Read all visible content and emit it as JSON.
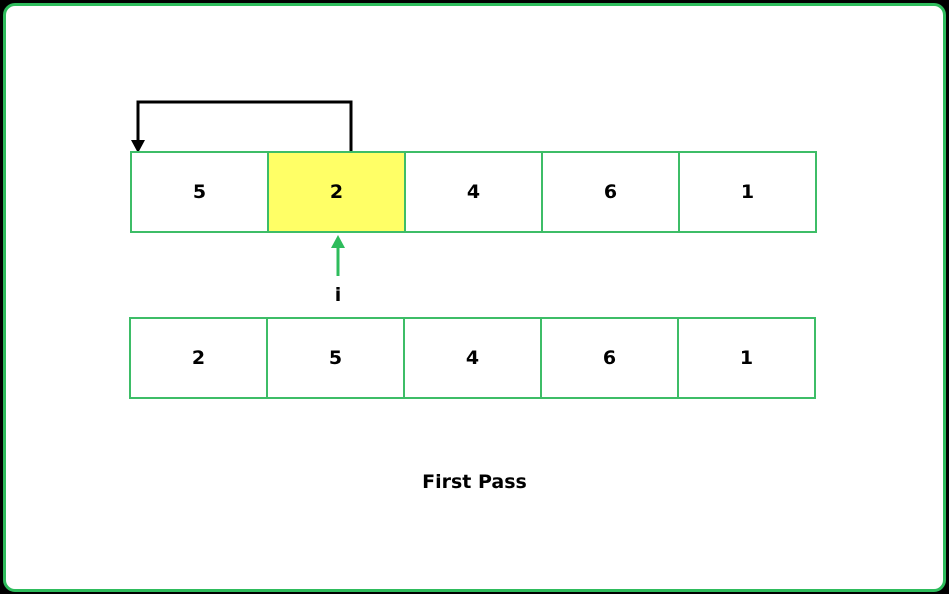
{
  "top_row": [
    "5",
    "2",
    "4",
    "6",
    "1"
  ],
  "highlight_index": 1,
  "bottom_row": [
    "2",
    "5",
    "4",
    "6",
    "1"
  ],
  "pointer_label": "i",
  "caption": "First Pass",
  "colors": {
    "border": "#3dbd67",
    "highlight": "#ffff66",
    "frame": "#2ebc5c",
    "pointer": "#2ebc5c"
  }
}
